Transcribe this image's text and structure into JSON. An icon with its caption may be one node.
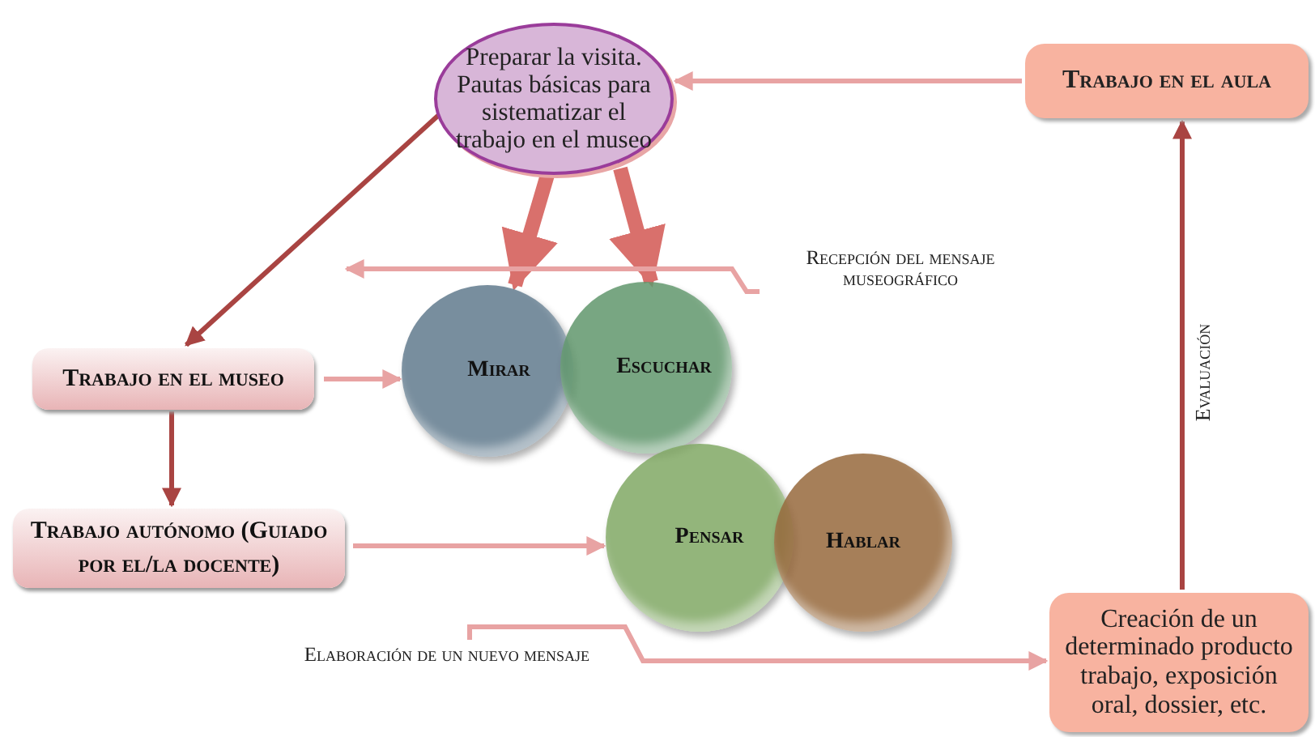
{
  "diagram": {
    "nodes": [
      {
        "text": [
          "Preparar la visita. Pautas básicas para sistematizar el trabajo en el museo"
        ]
      },
      {
        "text": [
          "Trabajo en el aula"
        ]
      },
      {
        "text": [
          "Trabajo en el museo"
        ]
      },
      {
        "text": [
          "**Trabajo autónomo** (Guiado por el/la docente)"
        ]
      },
      {
        "text": [
          "Mirar"
        ]
      },
      {
        "text": [
          "Escuchar"
        ]
      },
      {
        "text": [
          "Pensar"
        ]
      },
      {
        "text": [
          "Hablar"
        ]
      },
      {
        "text": [
          "Creación de un determinado producto trabajo, exposición oral, dossier, etc."
        ]
      },
      {
        "text": [
          "Recepción del mensaje museográfico"
        ]
      },
      {
        "text": [
          "Elaboración de un nuevo mensaje"
        ]
      }
    ],
    "edges": [
      {
        "from": 1,
        "to": 0,
        "arrow": "to"
      },
      {
        "from": 0,
        "to": 2,
        "arrow": "to",
        "color": "#a94442"
      },
      {
        "from": 0,
        "to": 4,
        "arrow": "to",
        "style": "thick",
        "color": "#d9706c"
      },
      {
        "from": 0,
        "to": 5,
        "arrow": "to",
        "style": "thick",
        "color": "#d9706c"
      },
      {
        "from": 2,
        "to": 3,
        "arrow": "to",
        "color": "#a94442"
      },
      {
        "from": 2,
        "to": 4,
        "arrow": "to"
      },
      {
        "from": 3,
        "to": 6,
        "arrow": "to"
      },
      {
        "from": 8,
        "to": 1,
        "arrow": "to",
        "label": "Evaluación",
        "color": "#a94442"
      },
      {
        "from": 9,
        "to": null,
        "arrow": "to"
      },
      {
        "from": 10,
        "to": 8,
        "arrow": "to"
      }
    ]
  }
}
